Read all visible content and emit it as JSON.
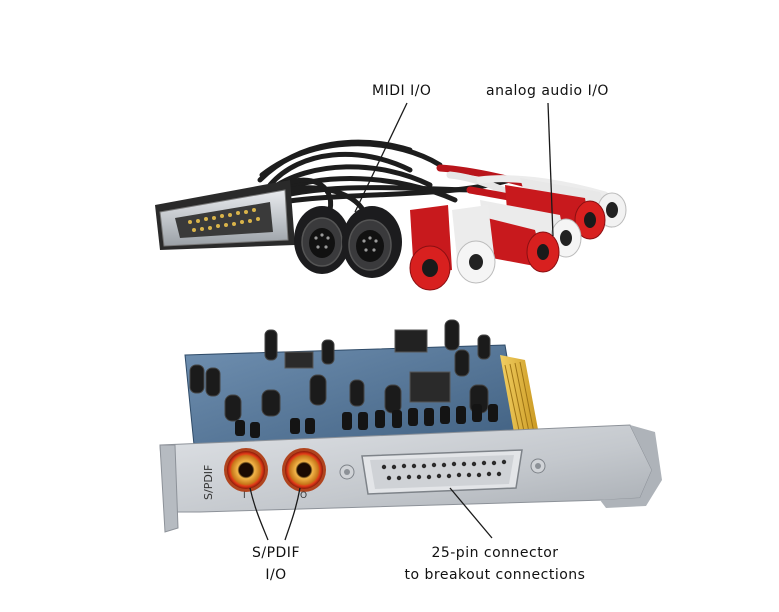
{
  "labels": {
    "midi": "MIDI I/O",
    "analog": "analog audio I/O",
    "spdif_line1": "S/PDIF",
    "spdif_line2": "I/O",
    "connector_line1": "25-pin connector",
    "connector_line2": "to breakout connections"
  },
  "bracket_text": {
    "spdif": "S/PDIF",
    "in": "I",
    "out": "O"
  },
  "colors": {
    "background": "#ffffff",
    "leader_line": "#1a1a1a",
    "rca_red": "#c8191d",
    "rca_white": "#efefef",
    "din_black": "#1c1c1e",
    "pcb_blue": "#5b7ea0",
    "gold_contacts": "#e0b23a",
    "bracket_silver": "#c9ccd1"
  }
}
